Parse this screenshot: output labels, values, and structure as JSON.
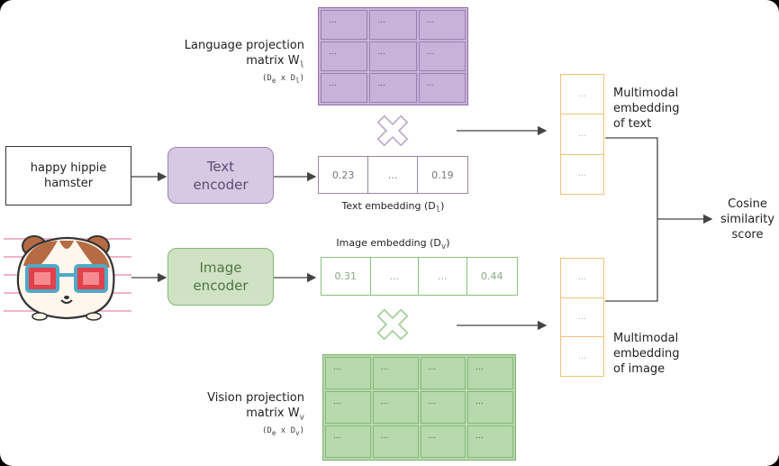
{
  "language_projection": {
    "label_line1": "Language projection",
    "label_line2": "matrix W",
    "subscript": "l",
    "dims": "(D",
    "dims_sub1": "e",
    "dims_mid": " x D",
    "dims_sub2": "l",
    "dims_end": ")",
    "cells": [
      "...",
      "...",
      "...",
      "...",
      "...",
      "...",
      "...",
      "...",
      "..."
    ]
  },
  "vision_projection": {
    "label_line1": "Vision projection",
    "label_line2": "matrix W",
    "subscript": "v",
    "dims": "(D",
    "dims_sub1": "e",
    "dims_mid": " x D",
    "dims_sub2": "v",
    "dims_end": ")",
    "cells": [
      "...",
      "...",
      "...",
      "...",
      "...",
      "...",
      "...",
      "...",
      "...",
      "...",
      "...",
      "..."
    ]
  },
  "text_input": {
    "line1": "happy hippie",
    "line2": "hamster"
  },
  "text_encoder": {
    "line1": "Text",
    "line2": "encoder"
  },
  "image_encoder": {
    "line1": "Image",
    "line2": "encoder"
  },
  "text_embedding": {
    "label": "Text embedding (D",
    "label_sub": "l",
    "label_end": ")",
    "cells": [
      "0.23",
      "...",
      "0.19"
    ]
  },
  "image_embedding": {
    "label": "Image embedding (D",
    "label_sub": "v",
    "label_end": ")",
    "cells": [
      "0.31",
      "...",
      "...",
      "0.44"
    ]
  },
  "multimodal_text": {
    "line1": "Multimodal",
    "line2": "embedding",
    "line3": "of text",
    "cells": [
      "...",
      "...",
      "..."
    ]
  },
  "multimodal_image": {
    "line1": "Multimodal",
    "line2": "embedding",
    "line3": "of image",
    "cells": [
      "...",
      "...",
      "..."
    ]
  },
  "output": {
    "line1": "Cosine",
    "line2": "similarity",
    "line3": "score"
  },
  "colors": {
    "purple": "#c9b2d9",
    "green": "#b7d9ac",
    "orange": "#f2c277",
    "arrow": "#444444"
  }
}
